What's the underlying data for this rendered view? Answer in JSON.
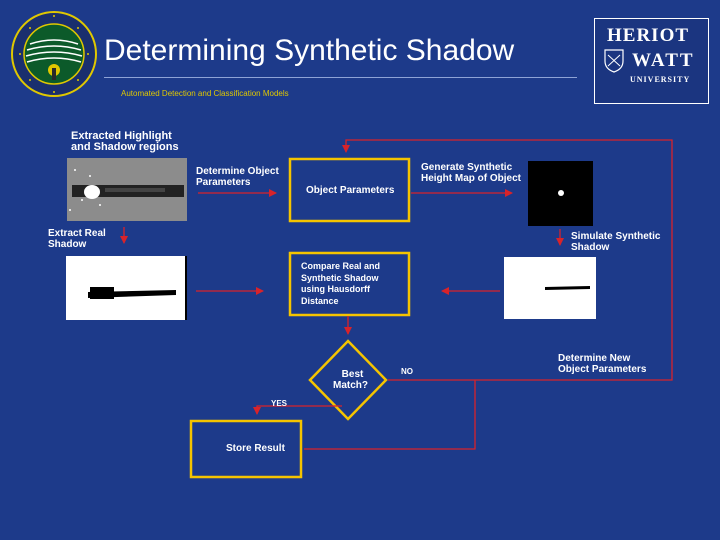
{
  "slide": {
    "title": "Determining Synthetic Shadow",
    "subtitle": "Automated Detection and Classification Models"
  },
  "logos": {
    "left": "circular-lab-logo",
    "right": {
      "line1": "HERIOT",
      "line2": "WATT",
      "line3": "UNIVERSITY"
    }
  },
  "diagram": {
    "labels": {
      "extracted": [
        "Extracted Highlight",
        "and Shadow regions"
      ],
      "determine_params": [
        "Determine Object",
        "Parameters"
      ],
      "generate_height": [
        "Generate Synthetic",
        "Height Map of Object"
      ],
      "extract_real": [
        "Extract Real",
        "Shadow"
      ],
      "simulate": [
        "Simulate Synthetic",
        "Shadow"
      ],
      "determine_new": [
        "Determine New",
        "Object Parameters"
      ],
      "no": "NO",
      "yes": "YES"
    },
    "boxes": {
      "object_params": "Object Parameters",
      "compare": [
        "Compare Real and",
        "Synthetic Shadow",
        "using Hausdorff",
        "Distance"
      ],
      "best_match": [
        "Best",
        "Match?"
      ],
      "store": "Store Result"
    },
    "colors": {
      "background": "#1d3a8a",
      "box_border": "#f5c400",
      "arrow": "#d8232a",
      "text": "#ffffff"
    }
  }
}
